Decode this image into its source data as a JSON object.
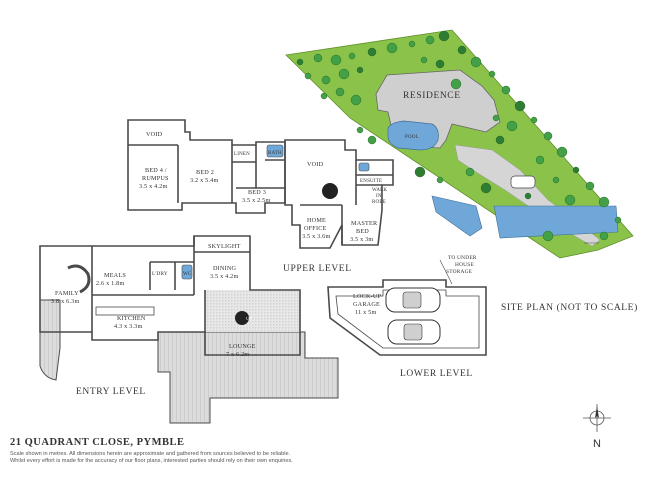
{
  "address": "21 QUADRANT CLOSE, PYMBLE",
  "disclaimer": [
    "Scale shown in metres. All dimensions herein are approximate and gathered from sources believed to be reliable.",
    "Whilst every effort is made for the accuracy of our floor plans, interested parties should rely on their own enquiries."
  ],
  "levels": {
    "entry": "ENTRY LEVEL",
    "upper": "UPPER LEVEL",
    "lower": "LOWER LEVEL",
    "site": "SITE PLAN (NOT TO SCALE)"
  },
  "rooms": {
    "void_upper_left": "VOID",
    "bed4": [
      "BED 4 /",
      "RUMPUS",
      "3.5 x 4.2m"
    ],
    "bed2": [
      "BED 2",
      "3.2 x 5.4m"
    ],
    "linen": "LINEN",
    "bath": "BATH",
    "bed3": [
      "BED 3",
      "3.5 x 2.5m"
    ],
    "void_upper_right": "VOID",
    "ensuite": "ENSUITE",
    "walk_in_robe": [
      "WALK",
      "IN",
      "ROBE"
    ],
    "home_office": [
      "HOME",
      "OFFICE",
      "3.5 x 3.6m"
    ],
    "master_bed": [
      "MASTER",
      "BED",
      "3.5 x 3m"
    ],
    "skylight": "SKYLIGHT",
    "meals": [
      "MEALS",
      "2.6 x 1.8m"
    ],
    "ldry": "L'DRY",
    "wc": "WC",
    "dining": [
      "DINING",
      "3.5 x 4.2m"
    ],
    "family": [
      "FAMILY",
      "3.8 x 6.3m"
    ],
    "kitchen": [
      "KITCHEN",
      "4.3 x 3.3m"
    ],
    "lounge": [
      "LOUNGE",
      "7 x 6.2m"
    ],
    "up": "UP",
    "garage": [
      "LOCK-UP",
      "GARAGE",
      "11 x 5m"
    ],
    "under_storage": [
      "TO UNDER",
      "HOUSE",
      "STORAGE"
    ]
  },
  "site": {
    "residence": "RESIDENCE",
    "pool": "POOL",
    "driveway": "DRIVEWAY"
  },
  "compass": "N",
  "colors": {
    "wall": "#4a4a4a",
    "deck": "#d9d9d9",
    "grass": "#8bc34a",
    "pool": "#6fa8d8",
    "tree": "#3f8f3a",
    "paving": "#cfcfcf"
  }
}
